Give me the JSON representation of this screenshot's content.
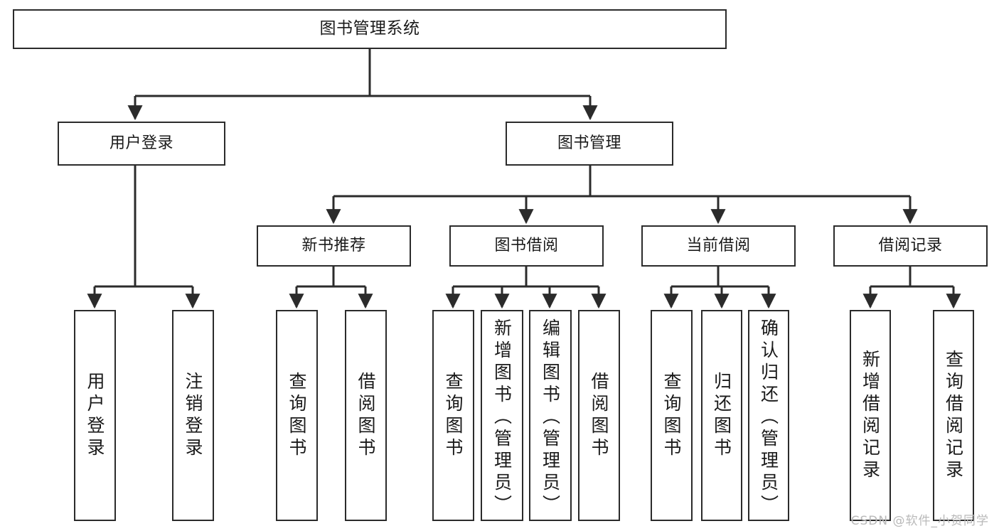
{
  "diagram": {
    "title": "图书管理系统",
    "type": "tree",
    "stroke_color": "#2b2b2b",
    "background_color": "#ffffff",
    "root": {
      "label": "图书管理系统"
    },
    "level2": [
      {
        "label": "用户登录"
      },
      {
        "label": "图书管理"
      }
    ],
    "level3": [
      {
        "label": "新书推荐"
      },
      {
        "label": "图书借阅"
      },
      {
        "label": "当前借阅"
      },
      {
        "label": "借阅记录"
      }
    ],
    "leaves": {
      "user_login": [
        {
          "label": "用户登录"
        },
        {
          "label": "注销登录"
        }
      ],
      "new_book": [
        {
          "label": "查询图书"
        },
        {
          "label": "借阅图书"
        }
      ],
      "book_borrow": [
        {
          "label": "查询图书"
        },
        {
          "label": "新增图书（管理员）"
        },
        {
          "label": "编辑图书（管理员）"
        },
        {
          "label": "借阅图书"
        }
      ],
      "current_borrow": [
        {
          "label": "查询图书"
        },
        {
          "label": "归还图书"
        },
        {
          "label": "确认归还（管理员）"
        }
      ],
      "borrow_record": [
        {
          "label": "新增借阅记录"
        },
        {
          "label": "查询借阅记录"
        }
      ]
    }
  },
  "watermark": {
    "text": "CSDN @软件_小贺同学"
  }
}
